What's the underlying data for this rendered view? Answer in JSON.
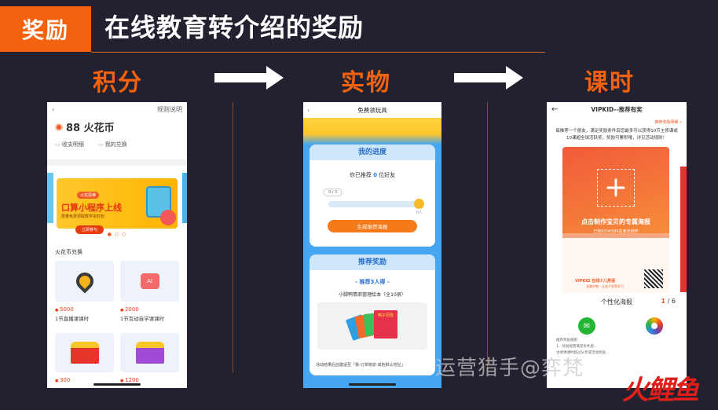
{
  "header": {
    "tag": "奖励",
    "title": "在线教育转介绍的奖励"
  },
  "categories": {
    "points": "积分",
    "physical": "实物",
    "lessons": "课时"
  },
  "phone1": {
    "back": "‹",
    "rules": "规则说明",
    "coins": "88 火花币",
    "link1": "收支明细",
    "link2": "我的兑换",
    "banner_tag": "火花思维",
    "banner_title": "口算小程序上线",
    "banner_sub": "限量免费领取数学资料包",
    "banner_btn": "立即参与",
    "dots": "● ○ ○",
    "section": "火花币兑换",
    "items": [
      {
        "price": "5000",
        "name": "1节直播课课时"
      },
      {
        "price": "2000",
        "name": "1节互动自学课课时"
      },
      {
        "price": "300",
        "name": ""
      },
      {
        "price": "1200",
        "name": ""
      }
    ],
    "ai": "AI"
  },
  "phone2": {
    "back": "‹",
    "title": "免费领玩具",
    "progress_title": "我的进度",
    "friends_pre": "你已推荐",
    "friends_count": "0",
    "friends_post": "位好友",
    "progress_label": "0 / 3",
    "reward_n": "0人",
    "button": "生成推荐海报",
    "reward_title": "推荐奖励",
    "tier": "- 推荐3人得 -",
    "book_name": "小脚鸭情商管理绘本（全10册）",
    "book_cover": "鸭子历险",
    "note": "活动结果后创建适至「我-订单物流-其他默认地址」"
  },
  "phone3": {
    "back": "←",
    "title": "VIPKID--推荐有奖",
    "rule": "推荐奖励明细 »",
    "desc": "每推荐一个朋友，满足奖励条件后您最多可以获得10节主修课或10课超全球活跃奖，奖励可累积哦，详见活动规则！",
    "poster_title": "点击制作宝贝的专属海报",
    "poster_sub": "已有9104396名家长制作",
    "brand": "VIPKID 在线少儿英语",
    "brand_sub": "北美外教 · 让孩子享受学习",
    "poster_label": "个性化海报",
    "page_current": "1",
    "page_total": "/ 6",
    "small1": "推荐奖励规则",
    "small2": "1、奖励规则满足条件后...",
    "small3": "主修课课时超过分享或活动奖励..."
  },
  "watermark": "运营猎手@弈梵",
  "logo": "火鲤鱼",
  "colors": {
    "accent": "#f2620f",
    "background": "#232130"
  }
}
